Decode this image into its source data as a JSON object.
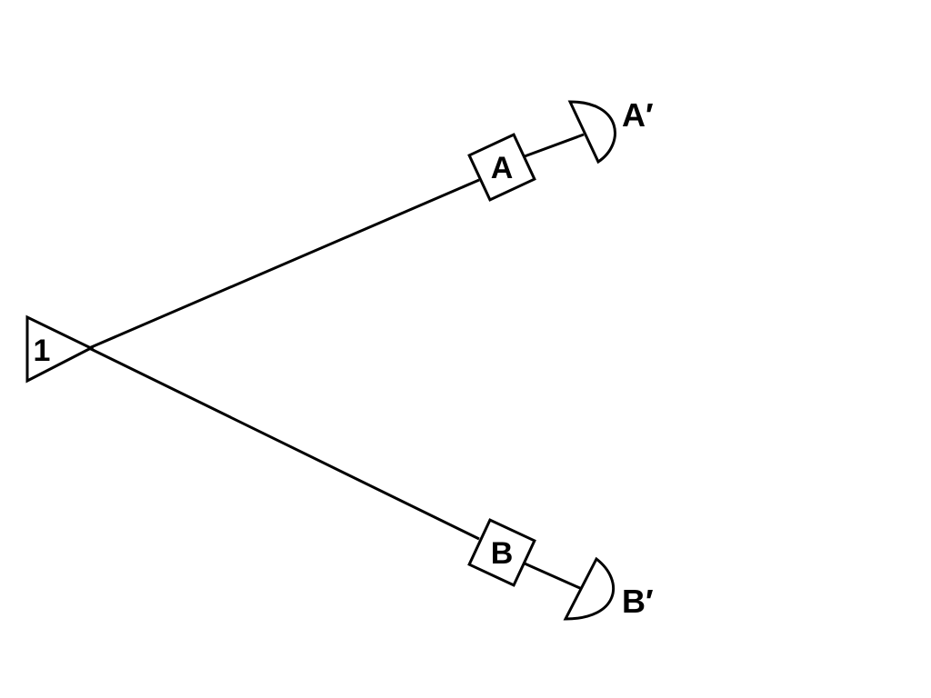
{
  "diagram": {
    "source": {
      "label": "1"
    },
    "analyzers": [
      {
        "id": "a",
        "label": "A"
      },
      {
        "id": "b",
        "label": "B"
      }
    ],
    "detectors": [
      {
        "id": "a",
        "label": "A′"
      },
      {
        "id": "b",
        "label": "B′"
      }
    ]
  }
}
